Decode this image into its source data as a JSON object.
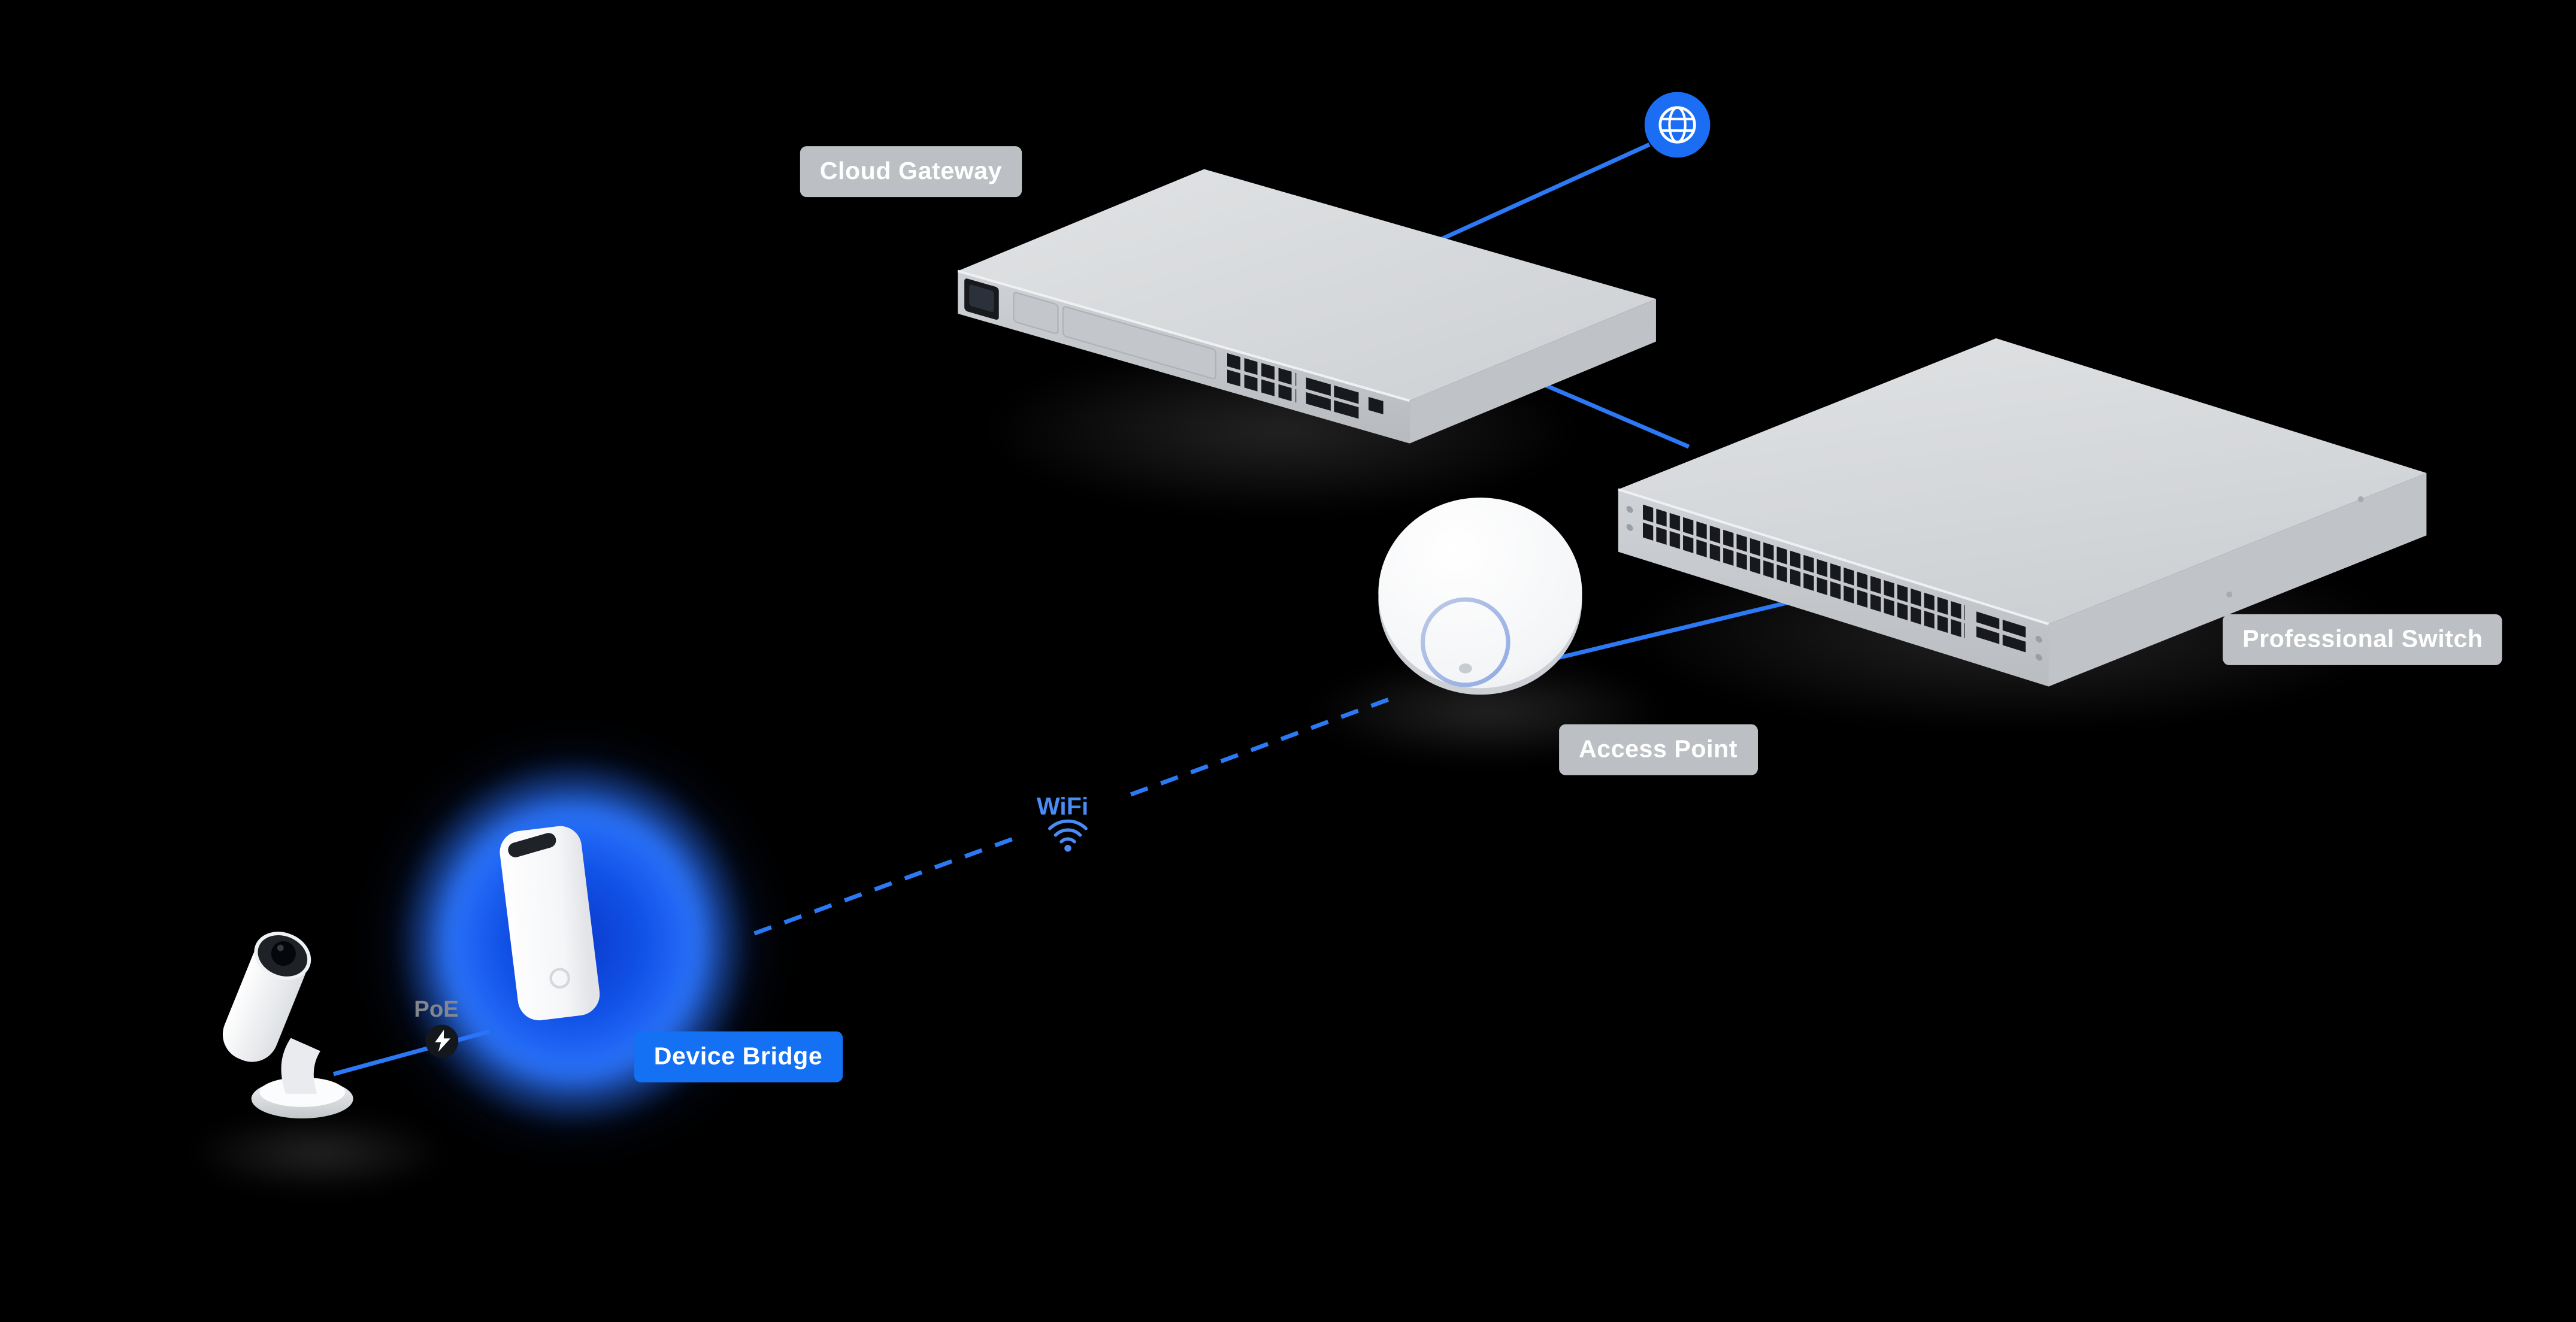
{
  "page": {
    "background": "#000000"
  },
  "labels": {
    "cloud_gateway": "Cloud Gateway",
    "professional_switch": "Professional Switch",
    "access_point": "Access Point",
    "device_bridge": "Device Bridge",
    "wifi": "WiFi",
    "poe": "PoE"
  },
  "colors": {
    "accent_blue": "#1b6ef3",
    "link_blue": "#2b79f4",
    "badge_gray": "#bcbfc3",
    "badge_blue": "#1471f3",
    "wifi_label_blue": "#4a8bf5",
    "poe_label_gray": "#83878d",
    "glow_blue": "#1f66f6",
    "device_gray_top": "#d8dadc",
    "device_gray_front": "#c6c9cd"
  },
  "icons": {
    "internet": "globe-icon",
    "wireless": "wifi-icon",
    "power": "poe-bolt-icon"
  },
  "diagram": {
    "nodes": [
      {
        "id": "internet",
        "label": "",
        "icon": "globe-icon"
      },
      {
        "id": "cloud-gateway",
        "label": "Cloud Gateway",
        "badge": "gray"
      },
      {
        "id": "professional-switch",
        "label": "Professional Switch",
        "badge": "gray"
      },
      {
        "id": "access-point",
        "label": "Access Point",
        "badge": "gray"
      },
      {
        "id": "device-bridge",
        "label": "Device Bridge",
        "badge": "blue",
        "highlighted": true
      },
      {
        "id": "camera",
        "label": "",
        "type": "camera"
      }
    ],
    "links": [
      {
        "from": "internet",
        "to": "cloud-gateway",
        "style": "solid"
      },
      {
        "from": "cloud-gateway",
        "to": "professional-switch",
        "style": "solid"
      },
      {
        "from": "professional-switch",
        "to": "access-point",
        "style": "solid"
      },
      {
        "from": "access-point",
        "to": "device-bridge",
        "style": "dashed",
        "label": "WiFi"
      },
      {
        "from": "device-bridge",
        "to": "camera",
        "style": "solid",
        "label": "PoE"
      }
    ]
  }
}
